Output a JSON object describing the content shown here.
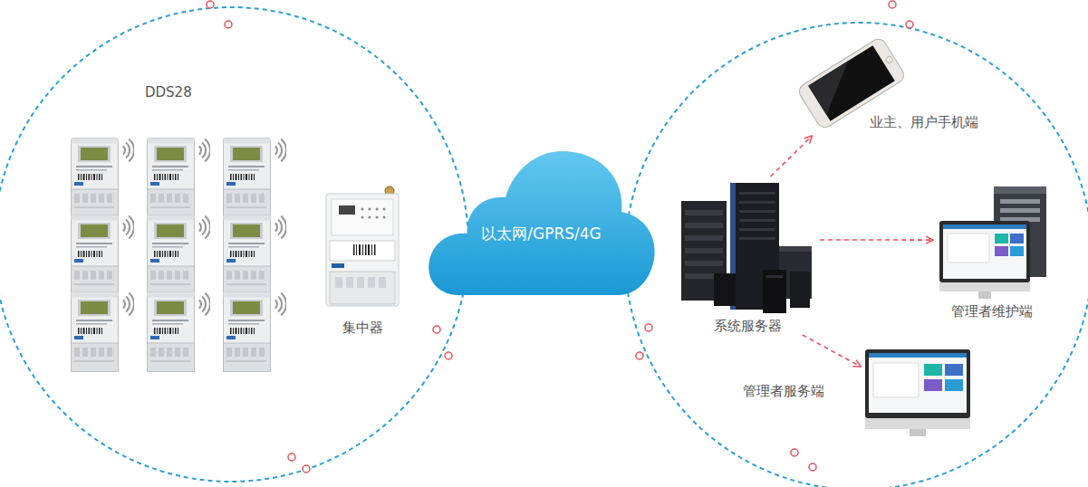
{
  "diagram": {
    "nodes": [
      {
        "text": [
          "DDS28"
        ]
      },
      {
        "text": [
          "集中器"
        ]
      },
      {
        "text": [
          "以太网/GPRS/4G"
        ]
      },
      {
        "text": [
          "系统服务器"
        ]
      },
      {
        "text": [
          "业主、用户手机端"
        ]
      },
      {
        "text": [
          "管理者维护端"
        ]
      },
      {
        "text": [
          "管理者服务端"
        ]
      }
    ],
    "edges": [
      {
        "from": 3,
        "to": 4,
        "arrow": "to"
      },
      {
        "from": 3,
        "to": 5,
        "arrow": "to"
      },
      {
        "from": 3,
        "to": 6,
        "arrow": "to"
      }
    ]
  }
}
